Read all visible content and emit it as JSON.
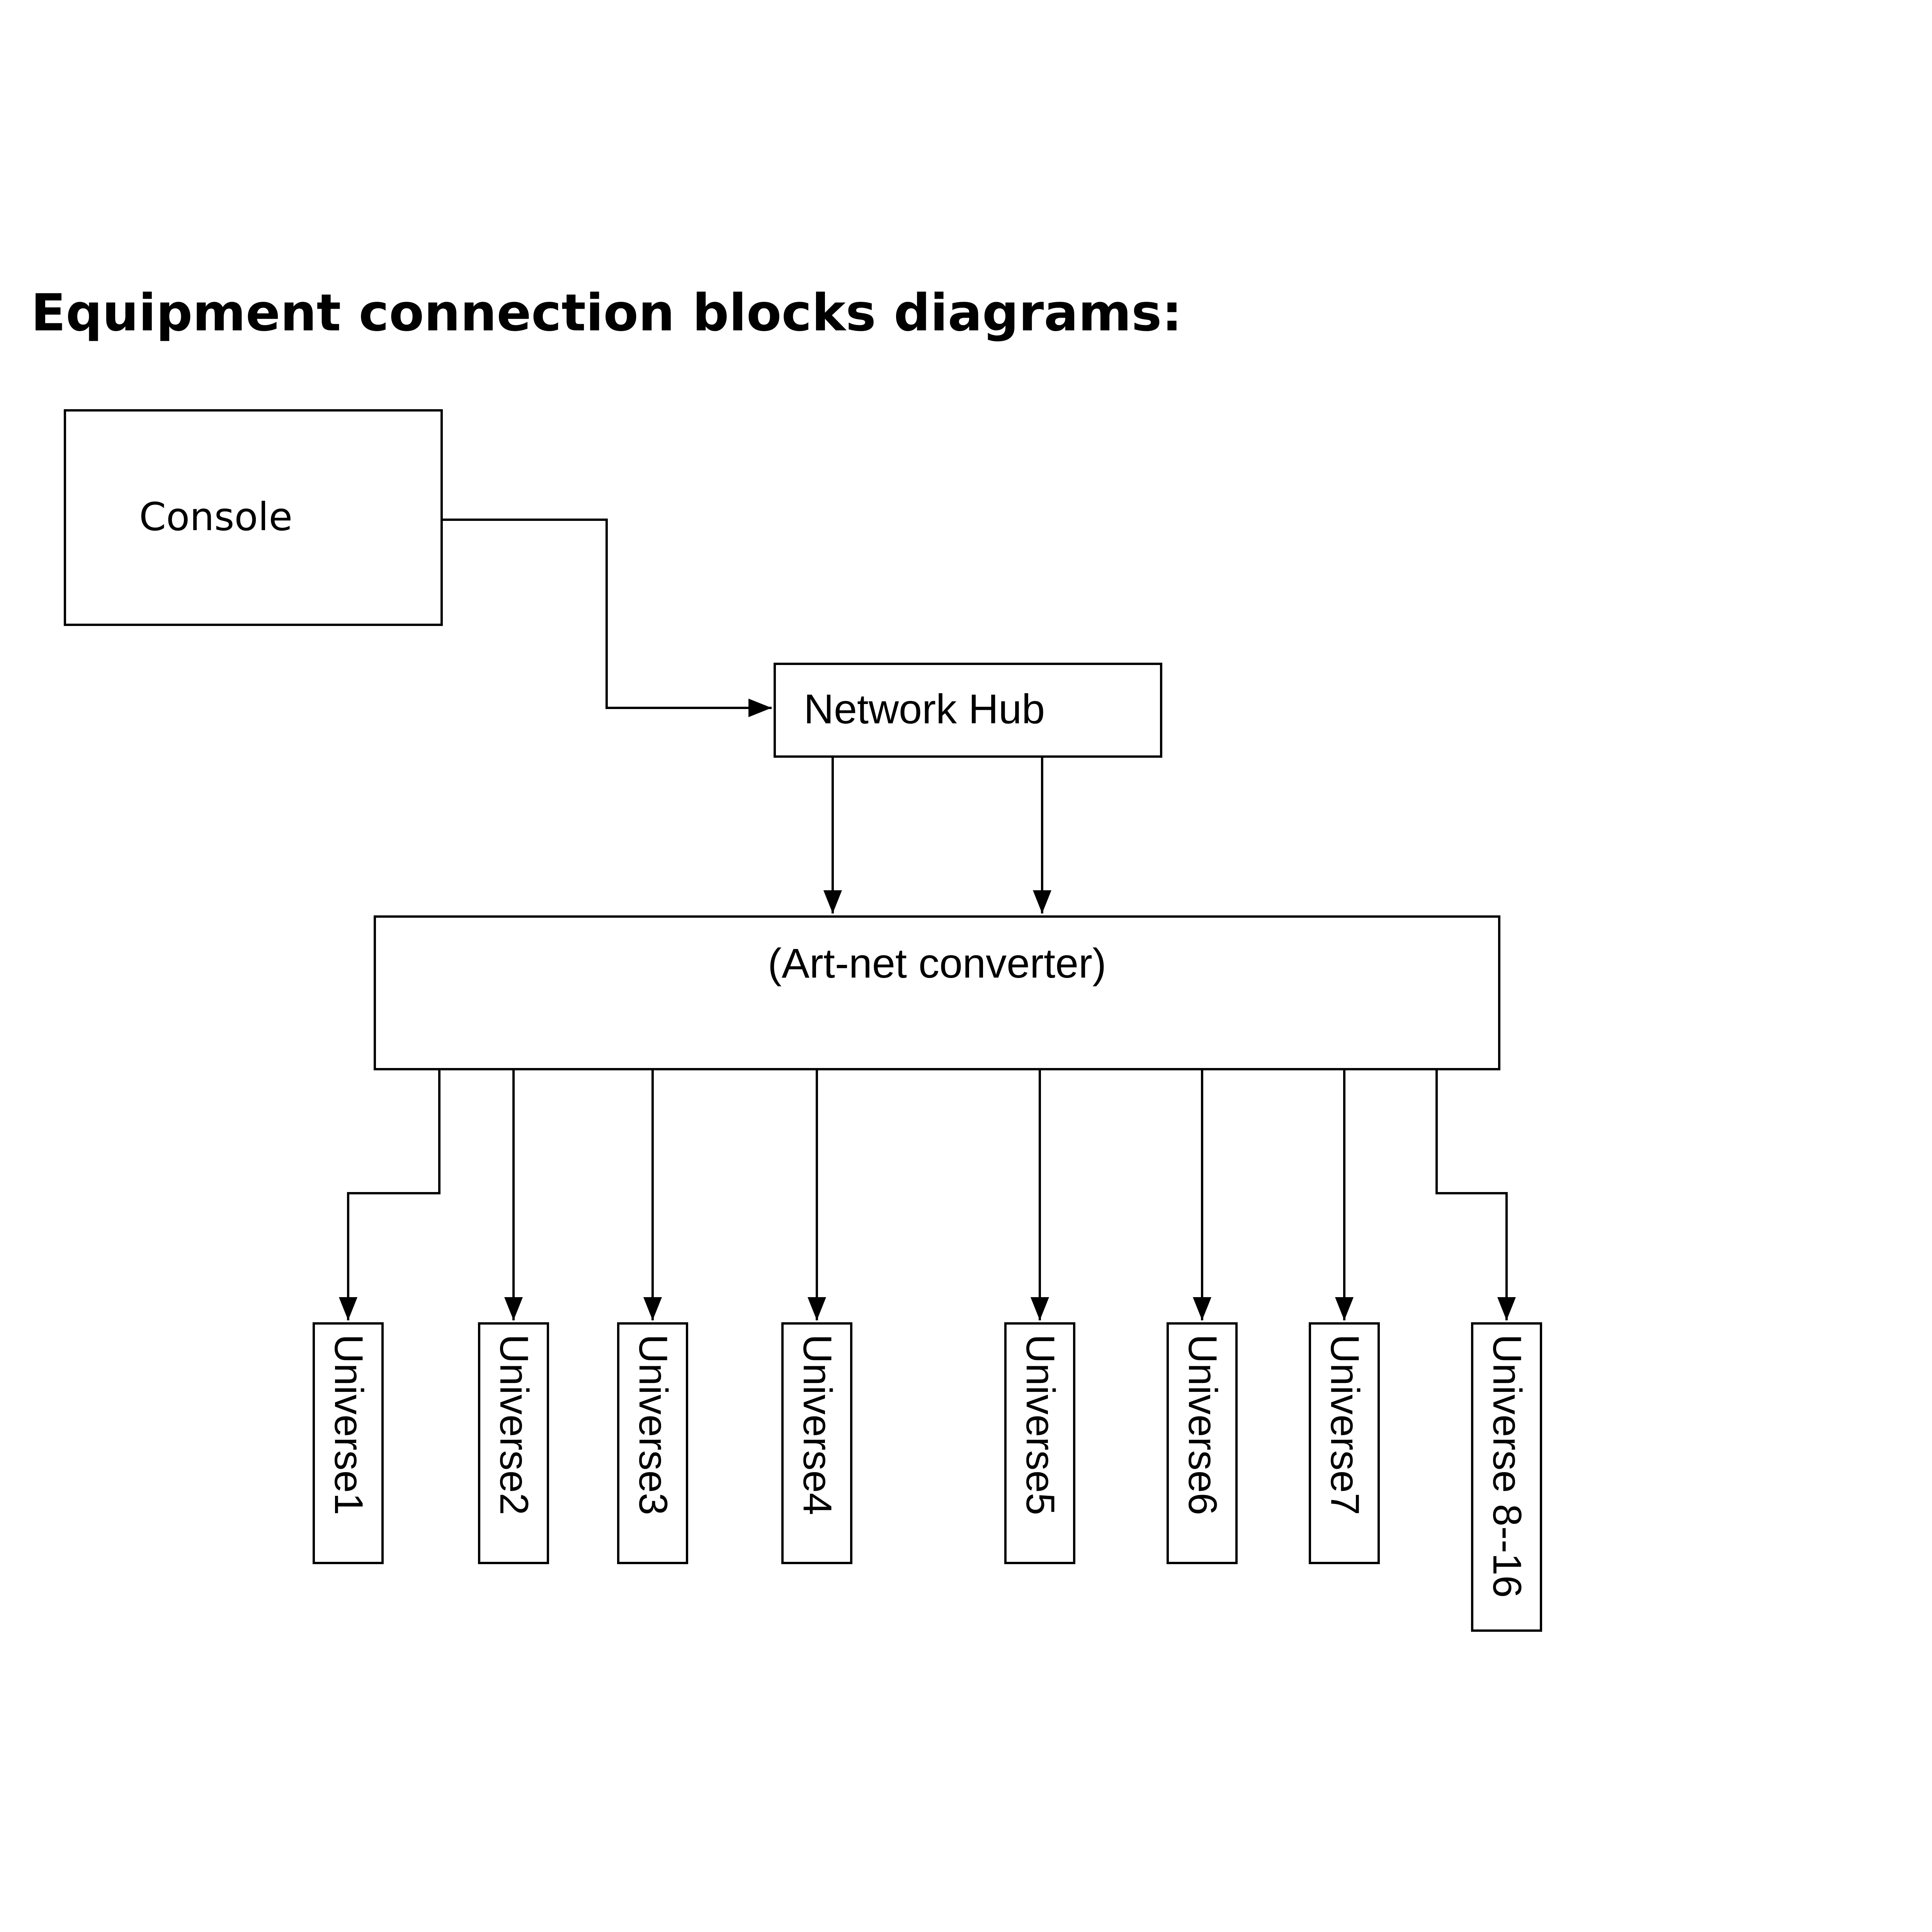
{
  "title": "Equipment connection blocks diagrams:",
  "nodes": {
    "console": "Console",
    "hub": "Network Hub",
    "converter": "(Art-net converter)"
  },
  "universes": [
    "Universe1",
    "Universe2",
    "Universe3",
    "Universe4",
    "Universe5",
    "Universe6",
    "Universe7",
    "Universe 8--16"
  ],
  "colors": {
    "stroke": "#000000",
    "background": "#ffffff"
  }
}
